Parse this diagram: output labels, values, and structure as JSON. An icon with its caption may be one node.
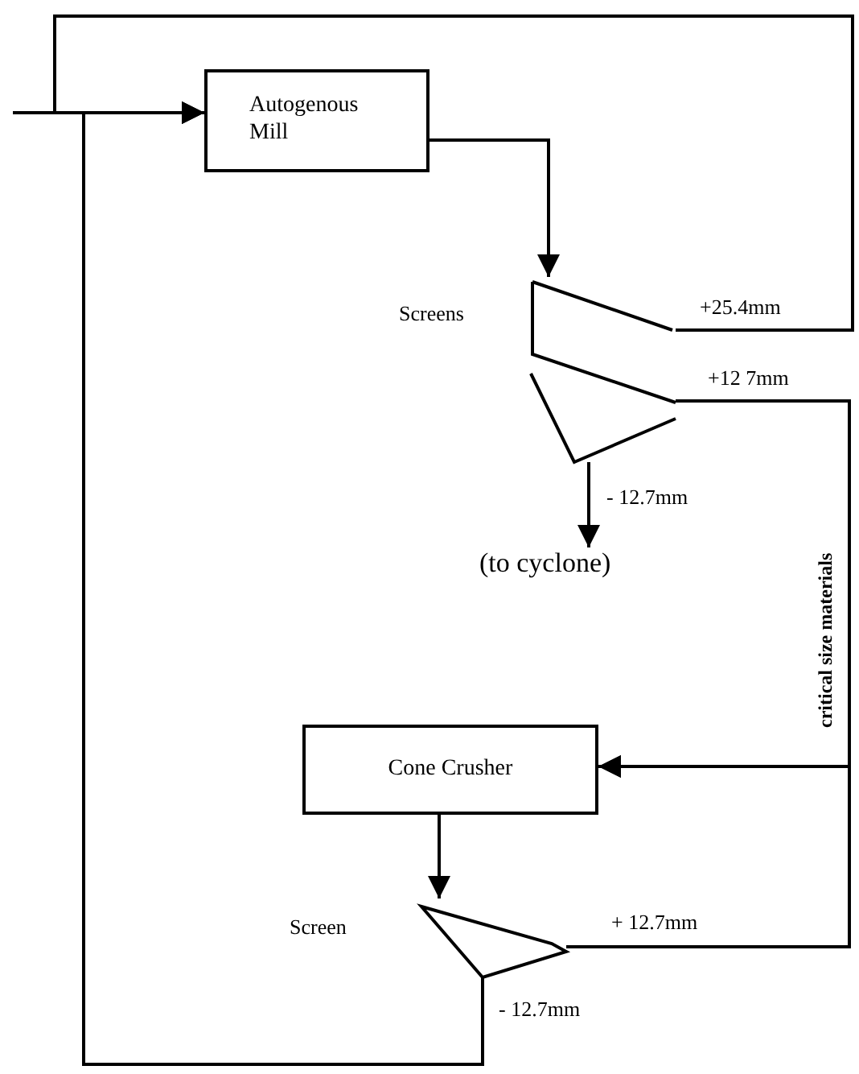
{
  "diagram": {
    "nodes": [
      {
        "text": [
          "Autogenous Mill"
        ]
      },
      {
        "text": [
          "Screens"
        ]
      },
      {
        "text": [
          "(to cyclone)"
        ]
      },
      {
        "text": [
          "Cone Crusher"
        ]
      },
      {
        "text": [
          "Screen"
        ]
      }
    ],
    "edges": [
      {
        "from": null,
        "to": 0,
        "arrow": "to"
      },
      {
        "from": 0,
        "to": 1,
        "arrow": "to"
      },
      {
        "from": 1,
        "to": 2,
        "arrow": "to",
        "label": "- 12.7mm"
      },
      {
        "from": 1,
        "to": 0,
        "arrow": "to",
        "label": "+25.4mm"
      },
      {
        "from": 1,
        "to": 3,
        "arrow": "to",
        "label": "+12 7mm"
      },
      {
        "from": 3,
        "to": 4,
        "arrow": "to"
      },
      {
        "from": 4,
        "to": 3,
        "arrow": "to",
        "label": "+ 12.7mm"
      },
      {
        "from": 4,
        "to": 0,
        "arrow": "to",
        "label": "- 12.7mm"
      }
    ],
    "labels": [
      "critical size materials"
    ]
  }
}
